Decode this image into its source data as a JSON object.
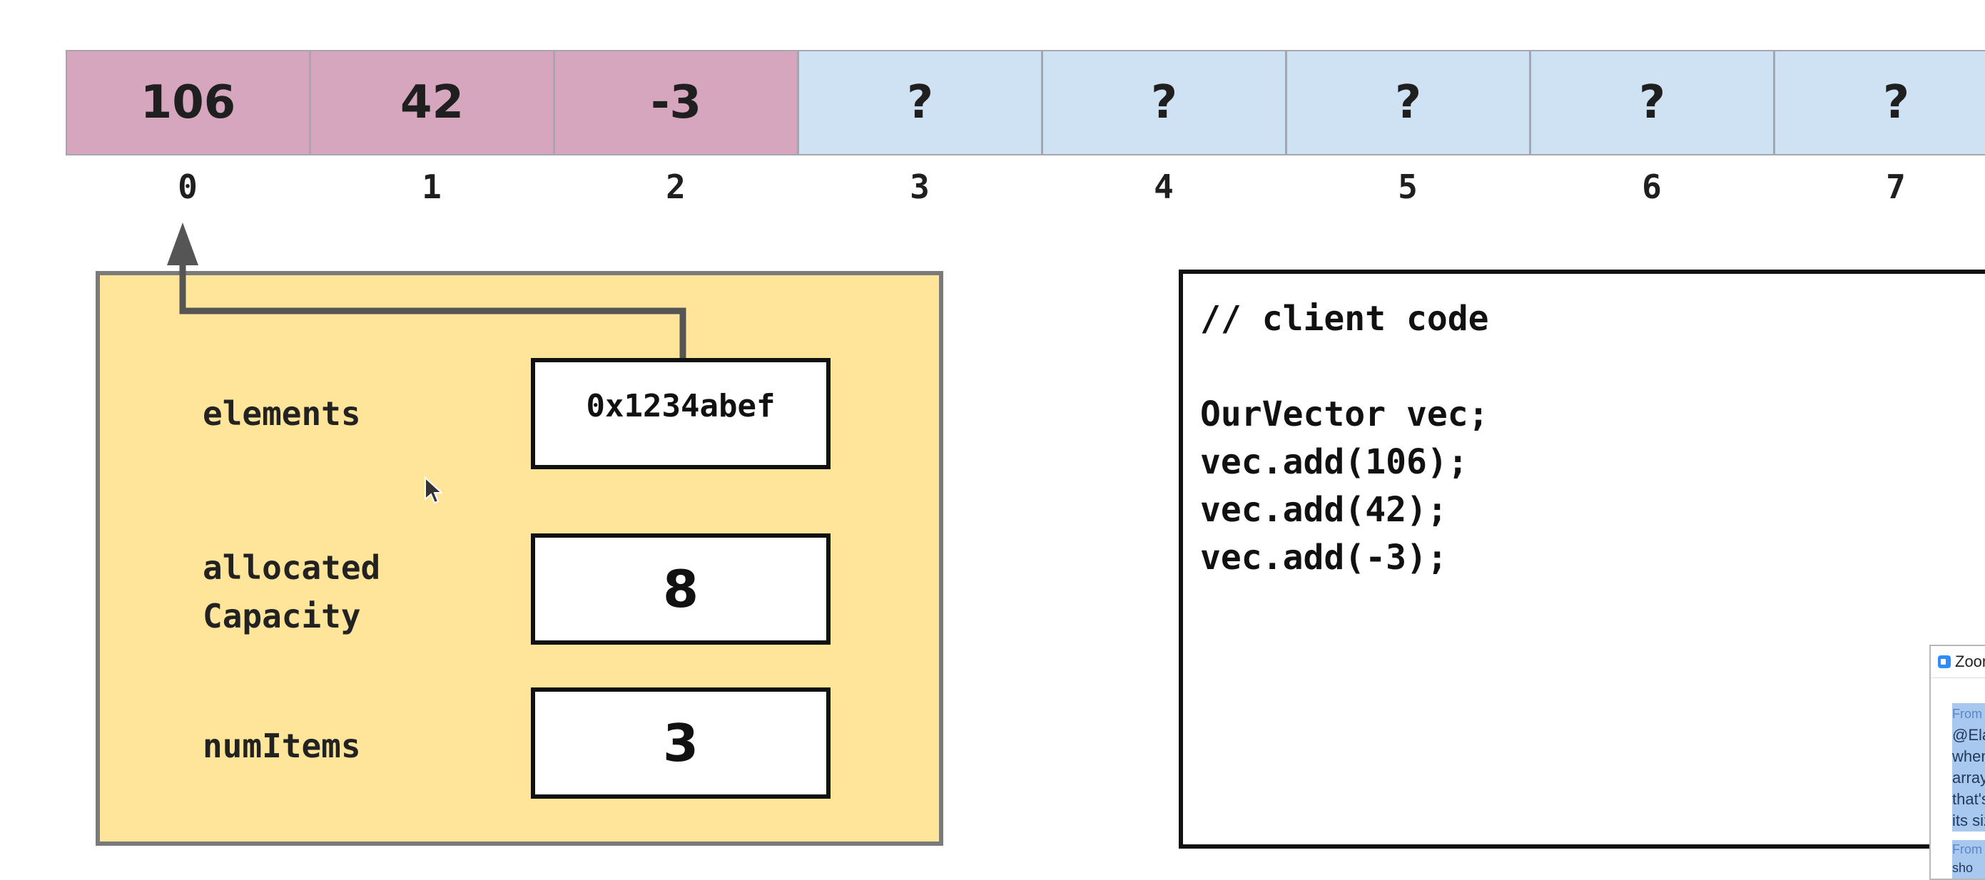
{
  "array": {
    "cells": [
      {
        "value": "106",
        "state": "filled"
      },
      {
        "value": "42",
        "state": "filled"
      },
      {
        "value": "-3",
        "state": "filled"
      },
      {
        "value": "?",
        "state": "empty"
      },
      {
        "value": "?",
        "state": "empty"
      },
      {
        "value": "?",
        "state": "empty"
      },
      {
        "value": "?",
        "state": "empty"
      },
      {
        "value": "?",
        "state": "empty"
      }
    ],
    "indices": [
      "0",
      "1",
      "2",
      "3",
      "4",
      "5",
      "6",
      "7"
    ],
    "filled_color": "#d5a6bd",
    "empty_color": "#cfe2f3"
  },
  "object": {
    "background_color": "#ffe599",
    "fields": {
      "elements": {
        "label": "elements",
        "value": "0x1234abef"
      },
      "allocated_capacity": {
        "label": "allocated\nCapacity",
        "value": "8"
      },
      "num_items": {
        "label": "numItems",
        "value": "3"
      }
    }
  },
  "code": {
    "lines": [
      "// client code",
      "",
      "OurVector vec;",
      "vec.add(106);",
      "vec.add(42);",
      "vec.add(-3);"
    ]
  },
  "zoom_panel": {
    "title": "Zoom",
    "messages": [
      {
        "from": "From",
        "text": "@Ela when array that's its siz"
      },
      {
        "from": "From",
        "text": "sho"
      }
    ]
  }
}
